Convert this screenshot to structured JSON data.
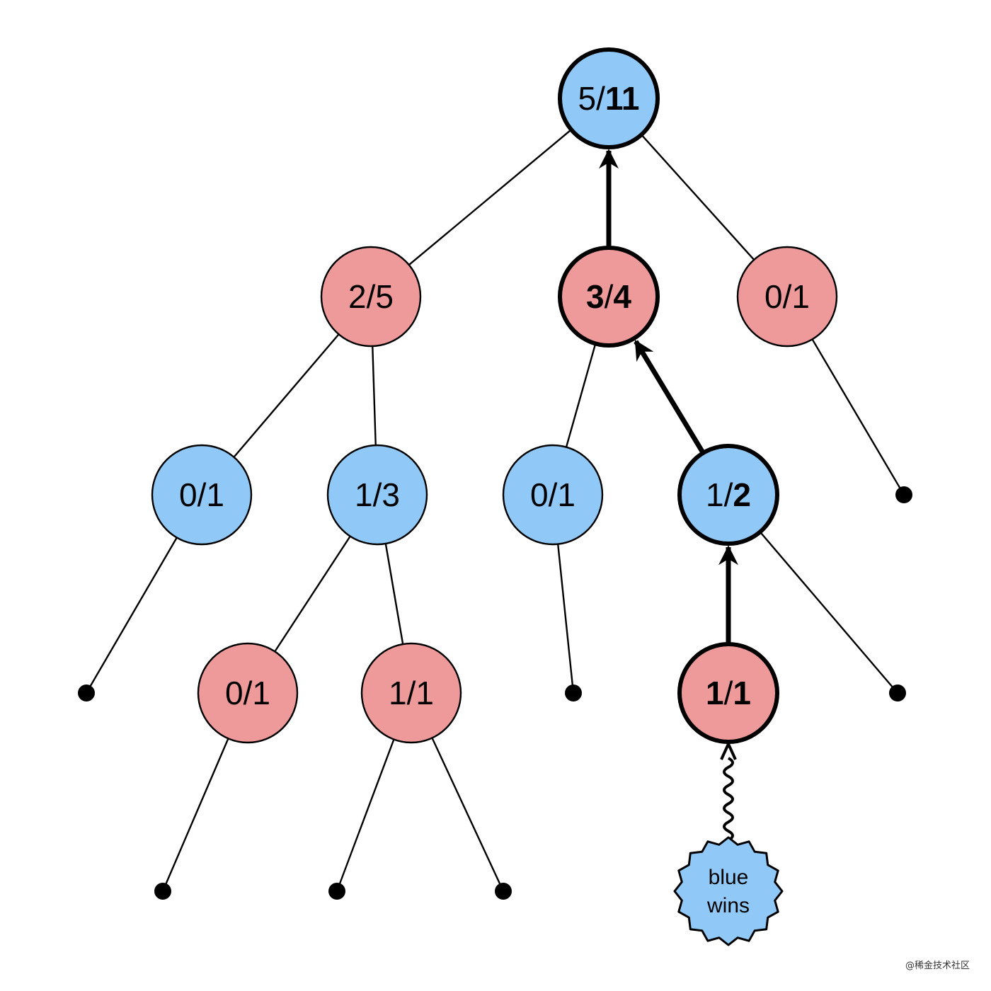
{
  "colors": {
    "blue": "#90c9f7",
    "red": "#ef9a9a",
    "stroke": "#000000"
  },
  "nodes": [
    {
      "id": "root",
      "color": "blue",
      "wins": "5",
      "visits": "11",
      "bold_wins": false,
      "bold_visits": true,
      "highlight": true
    },
    {
      "id": "n1",
      "color": "red",
      "wins": "2",
      "visits": "5",
      "bold_wins": false,
      "bold_visits": false,
      "highlight": false
    },
    {
      "id": "n2",
      "color": "red",
      "wins": "3",
      "visits": "4",
      "bold_wins": true,
      "bold_visits": true,
      "highlight": true
    },
    {
      "id": "n3",
      "color": "red",
      "wins": "0",
      "visits": "1",
      "bold_wins": false,
      "bold_visits": false,
      "highlight": false
    },
    {
      "id": "n4",
      "color": "blue",
      "wins": "0",
      "visits": "1",
      "bold_wins": false,
      "bold_visits": false,
      "highlight": false
    },
    {
      "id": "n5",
      "color": "blue",
      "wins": "1",
      "visits": "3",
      "bold_wins": false,
      "bold_visits": false,
      "highlight": false
    },
    {
      "id": "n6",
      "color": "blue",
      "wins": "0",
      "visits": "1",
      "bold_wins": false,
      "bold_visits": false,
      "highlight": false
    },
    {
      "id": "n7",
      "color": "blue",
      "wins": "1",
      "visits": "2",
      "bold_wins": false,
      "bold_visits": true,
      "highlight": true
    },
    {
      "id": "n8",
      "color": "red",
      "wins": "0",
      "visits": "1",
      "bold_wins": false,
      "bold_visits": false,
      "highlight": false
    },
    {
      "id": "n9",
      "color": "red",
      "wins": "1",
      "visits": "1",
      "bold_wins": false,
      "bold_visits": false,
      "highlight": false
    },
    {
      "id": "n10",
      "color": "red",
      "wins": "1",
      "visits": "1",
      "bold_wins": true,
      "bold_visits": true,
      "highlight": true
    }
  ],
  "edges": [
    {
      "from": "root",
      "to": "n1",
      "backprop": false
    },
    {
      "from": "root",
      "to": "n2",
      "backprop": true
    },
    {
      "from": "root",
      "to": "n3",
      "backprop": false
    },
    {
      "from": "n1",
      "to": "n4",
      "backprop": false
    },
    {
      "from": "n1",
      "to": "n5",
      "backprop": false
    },
    {
      "from": "n2",
      "to": "n6",
      "backprop": false
    },
    {
      "from": "n2",
      "to": "n7",
      "backprop": true
    },
    {
      "from": "n3",
      "to": "leaf1",
      "backprop": false
    },
    {
      "from": "n4",
      "to": "leaf2",
      "backprop": false
    },
    {
      "from": "n5",
      "to": "n8",
      "backprop": false
    },
    {
      "from": "n5",
      "to": "n9",
      "backprop": false
    },
    {
      "from": "n6",
      "to": "leaf3",
      "backprop": false
    },
    {
      "from": "n7",
      "to": "n10",
      "backprop": true
    },
    {
      "from": "n7",
      "to": "leaf4",
      "backprop": false
    },
    {
      "from": "n8",
      "to": "leaf5",
      "backprop": false
    },
    {
      "from": "n9",
      "to": "leaf6",
      "backprop": false
    },
    {
      "from": "n9",
      "to": "leaf7",
      "backprop": false
    }
  ],
  "leaves": [
    "leaf1",
    "leaf2",
    "leaf3",
    "leaf4",
    "leaf5",
    "leaf6",
    "leaf7"
  ],
  "simulation": {
    "from": "n10",
    "result_line1": "blue",
    "result_line2": "wins",
    "result_color": "blue"
  },
  "watermark": "@稀金技术社区"
}
